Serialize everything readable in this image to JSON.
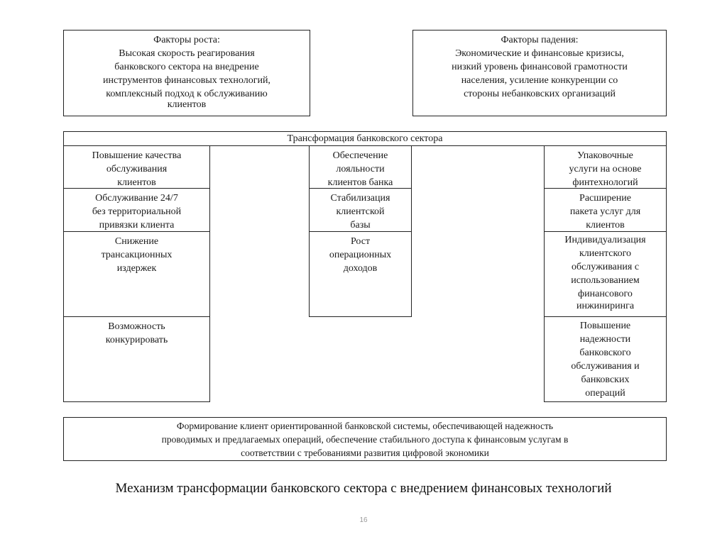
{
  "growth": {
    "title": "Факторы роста:",
    "lines": [
      "Высокая скорость реагирования",
      "банковского сектора на внедрение",
      "инструментов финансовых технологий,",
      "комплексный подход к обслуживанию",
      "клиентов"
    ]
  },
  "decline": {
    "title": "Факторы падения:",
    "lines": [
      "Экономические и финансовые кризисы,",
      "низкий уровень финансовой грамотности",
      "населения, усиление конкуренции со",
      "стороны небанковских организаций"
    ]
  },
  "transformation": {
    "title": "Трансформация банковского сектора",
    "left": [
      [
        "Повышение качества",
        "обслуживания",
        "клиентов"
      ],
      [
        "Обслуживание 24/7",
        "без территориальной",
        "привязки клиента"
      ],
      [
        "Снижение",
        "трансакционных",
        "издержек"
      ],
      [
        "Возможность",
        "конкурировать"
      ]
    ],
    "middle": [
      [
        "Обеспечение",
        "лояльности",
        "клиентов банка"
      ],
      [
        "Стабилизация",
        "клиентской",
        "базы"
      ],
      [
        "Рост",
        "операционных",
        "доходов"
      ]
    ],
    "right": [
      [
        "Упаковочные",
        "услуги на основе",
        "финтехнологий"
      ],
      [
        "Расширение",
        "пакета услуг для",
        "клиентов"
      ],
      [
        "Индивидуализация",
        "клиентского",
        "обслуживания с",
        "использованием",
        "финансового",
        "инжиниринга"
      ],
      [
        "Повышение",
        "надежности",
        "банковского",
        "обслуживания и",
        "банковских",
        "операций"
      ]
    ]
  },
  "result": {
    "lines": [
      "Формирование клиент ориентированной банковской системы, обеспечивающей надежность",
      "проводимых и предлагаемых операций, обеспечение стабильного доступа к финансовым услугам в",
      "соответствии с требованиями развития цифровой экономики"
    ]
  },
  "caption": "Механизм трансформации банковского сектора с внедрением финансовых технологий",
  "page_number": "16"
}
